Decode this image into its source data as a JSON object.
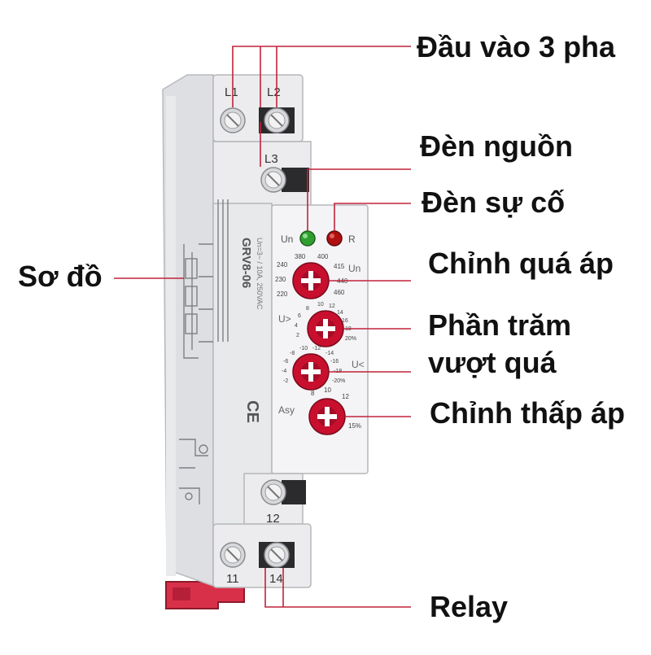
{
  "device": {
    "model": "GRV8-06",
    "specs_side": "Un=3~ / 10A, 250VAC",
    "ce_mark": "CE",
    "terminals": {
      "l1": "L1",
      "l2": "L2",
      "l3": "L3",
      "t12": "12",
      "t11": "11",
      "t14": "14"
    },
    "leds": {
      "power_label": "Un",
      "fault_label": "R"
    },
    "knob1": {
      "label": "Un",
      "scale": [
        "380",
        "400",
        "415",
        "440",
        "460",
        "240",
        "230",
        "220"
      ]
    },
    "knob2": {
      "label": "U>",
      "scale": [
        "2",
        "4",
        "6",
        "8",
        "10",
        "12",
        "14",
        "16",
        "18",
        "20%"
      ]
    },
    "knob3": {
      "label": "U<",
      "scale": [
        "-2",
        "-4",
        "-6",
        "-8",
        "-10",
        "-12",
        "-14",
        "-16",
        "-18",
        "-20%"
      ]
    },
    "knob4": {
      "label": "Asy",
      "scale": [
        "8",
        "10",
        "12",
        "15%"
      ]
    },
    "colors": {
      "housing": "#ececee",
      "housing_shade": "#cfd0d3",
      "knob": "#c8102e",
      "led_green": "#2f9e2f",
      "led_red": "#b01010",
      "din_clip": "#d9304a",
      "callout_line": "#c0233a"
    }
  },
  "callouts": {
    "three_phase_input": "Đầu vào 3 pha",
    "power_led": "Đèn nguồn",
    "fault_led": "Đèn sự cố",
    "overvoltage_adjust": "Chỉnh quá áp",
    "percent_exceed_line1": "Phần trăm",
    "percent_exceed_line2": "vượt quá",
    "undervoltage_adjust": "Chỉnh thấp áp",
    "wiring_diagram": "Sơ đồ",
    "relay": "Relay"
  }
}
